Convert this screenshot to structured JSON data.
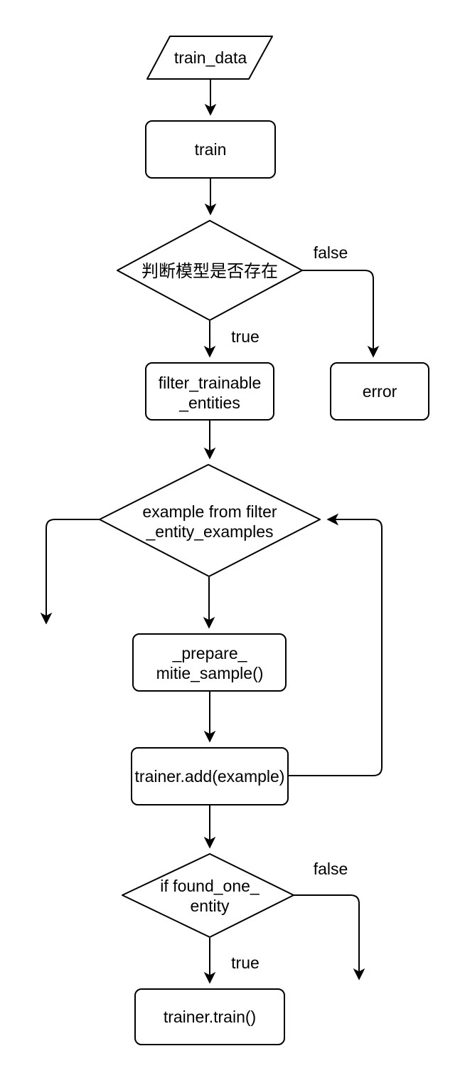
{
  "flowchart": {
    "nodes": {
      "train_data": {
        "label": "train_data"
      },
      "train": {
        "label": "train"
      },
      "model_check": {
        "label": "判断模型是否存在"
      },
      "filter_trainable_entities": {
        "line1": "filter_trainable",
        "line2": "_entities"
      },
      "error": {
        "label": "error"
      },
      "example_from_filter": {
        "line1": "example from filter",
        "line2": "_entity_examples"
      },
      "prepare_mitie_sample": {
        "line1": "_prepare_",
        "line2": "mitie_sample()"
      },
      "trainer_add": {
        "label": "trainer.add(example)"
      },
      "if_found_one_entity": {
        "line1": "if found_one_",
        "line2": "entity"
      },
      "trainer_train": {
        "label": "trainer.train()"
      }
    },
    "edge_labels": {
      "model_check_false": "false",
      "model_check_true": "true",
      "found_one_false": "false",
      "found_one_true": "true"
    },
    "colors": {
      "stroke": "#000000",
      "shape_fill": "#ffffff",
      "background": "#ffffff"
    }
  }
}
